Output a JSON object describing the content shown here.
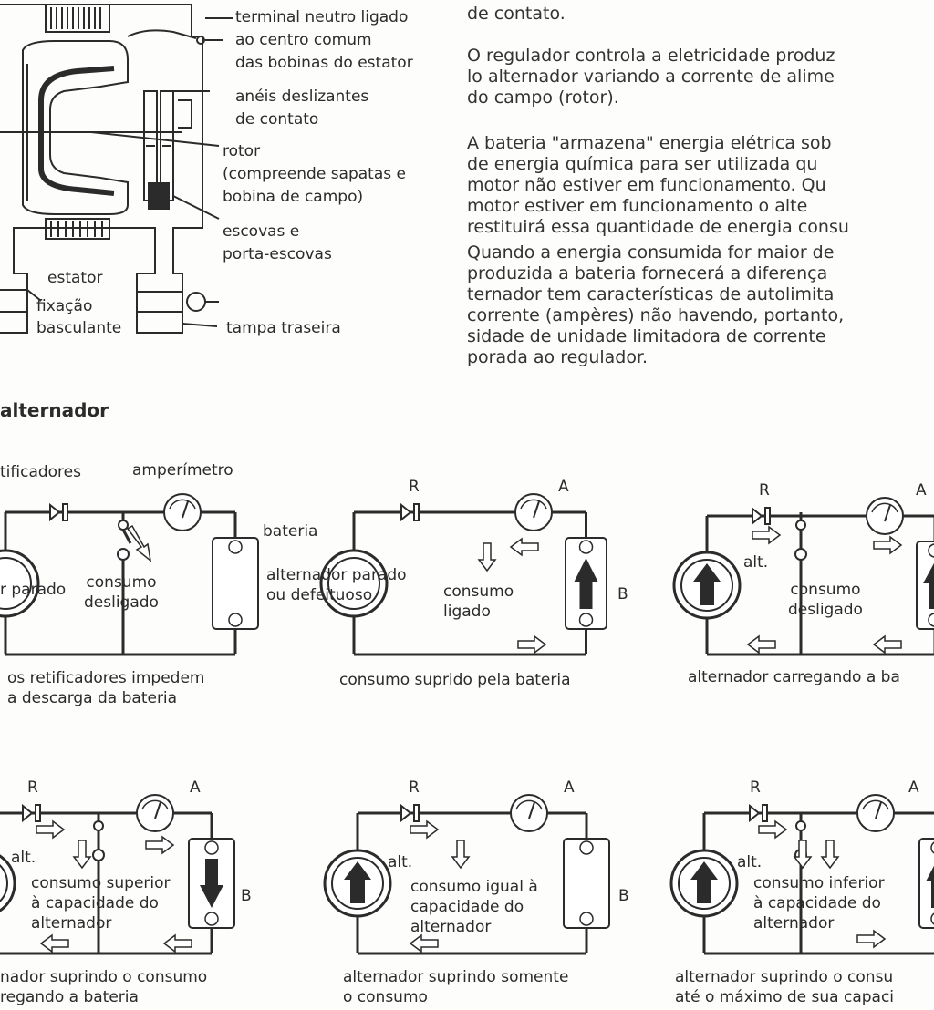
{
  "top_labels": [
    "terminal neutro ligado",
    "ao centro comum",
    "das bobinas do estator",
    "anéis deslizantes",
    "de contato",
    "rotor",
    "(compreende sapatas e",
    "bobina de campo)",
    "escovas e",
    "porta-escovas",
    "estator",
    "fixação",
    "basculante",
    "tampa traseira"
  ],
  "paragraphs": [
    "de contato.",
    "O regulador controla a eletricidade produz\nlo alternador variando a corrente de alime\ndo campo (rotor).",
    "A bateria \"armazena\" energia elétrica sob\nde energia química para ser utilizada qu\nmotor não estiver em funcionamento. Qu\nmotor estiver em funcionamento o alte\nrestituirá essa quantidade de energia consu",
    "Quando a energia consumida for maior de\nproduzida a bateria fornecerá a diferença\nternador tem características de autolimita\ncorrente (ampères) não havendo, portanto,\nsidade de unidade limitadora de corrente\nporada ao regulador."
  ],
  "section_title": "alternador",
  "diagram_labels": {
    "retificadores": "tificadores",
    "amperimetro": "amperímetro",
    "bateria": "bateria",
    "r": "R",
    "a": "A",
    "b": "B",
    "alt": "alt.",
    "parado1": "r parado",
    "consumo_desligado": "consumo\ndesligado",
    "alt_parado_defeituoso": "alternador parado\nou defeituoso",
    "consumo_ligado": "consumo\nligado",
    "consumo_superior": "consumo superior\nà capacidade do\nalternador",
    "consumo_igual": "consumo igual à\ncapacidade do\nalternador",
    "consumo_inferior": "consumo inferior\nà capacidade do\nalternador"
  },
  "captions": [
    "os retificadores impedem\na descarga da bateria",
    "consumo suprido pela bateria",
    "alternador carregando a ba",
    "nador suprindo o consumo\nregando a bateria",
    "alternador suprindo somente\no consumo",
    "alternador suprindo o consu\naté o máximo de sua capaci"
  ]
}
